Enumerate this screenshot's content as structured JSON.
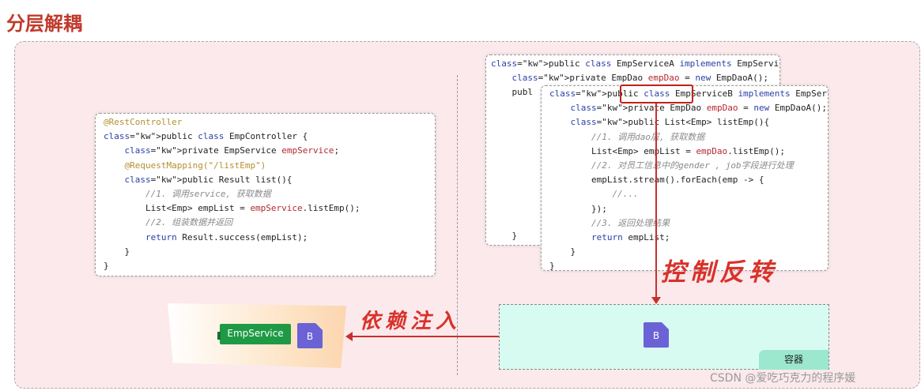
{
  "title": "分层解耦",
  "controller_code": [
    "@RestController",
    "public class EmpController {",
    "private EmpService empService;",
    "@RequestMapping(\"/listEmp\")",
    "public Result list(){",
    "//1. 调用service, 获取数据",
    "List<Emp> empList = empService.listEmp();",
    "//2. 组装数据并返回",
    "return Result.success(empList);",
    "}",
    "}"
  ],
  "service_a_code": [
    "public class EmpServiceA implements EmpService{",
    "private EmpDao empDao = new EmpDaoA();",
    "publ",
    "}",
    "}"
  ],
  "service_b_code": [
    "public class EmpServiceB implements EmpService{",
    "private EmpDao empDao = new EmpDaoA();",
    "public List<Emp> listEmp(){",
    "//1. 调用dao层, 获取数据",
    "List<Emp> empList = empDao.listEmp();",
    "//2. 对员工信息中的gender , job字段进行处理",
    "empList.stream().forEach(emp -> {",
    "//...",
    "});",
    "//3. 返回处理结果",
    "return empList;",
    "}",
    "}"
  ],
  "highlighted_class": "EmpServiceB",
  "labels": {
    "ioc": "控制反转",
    "di": "依赖注入",
    "emp_service": "EmpService",
    "bean_left": "B",
    "bean_container": "B",
    "container": "容器"
  },
  "colors": {
    "accent_red": "#c9302c",
    "bean_purple": "#6b62d6",
    "tag_green": "#1e9a45",
    "container_bg": "#d8fbf1"
  },
  "watermark": "CSDN @爱吃巧克力的程序媛"
}
